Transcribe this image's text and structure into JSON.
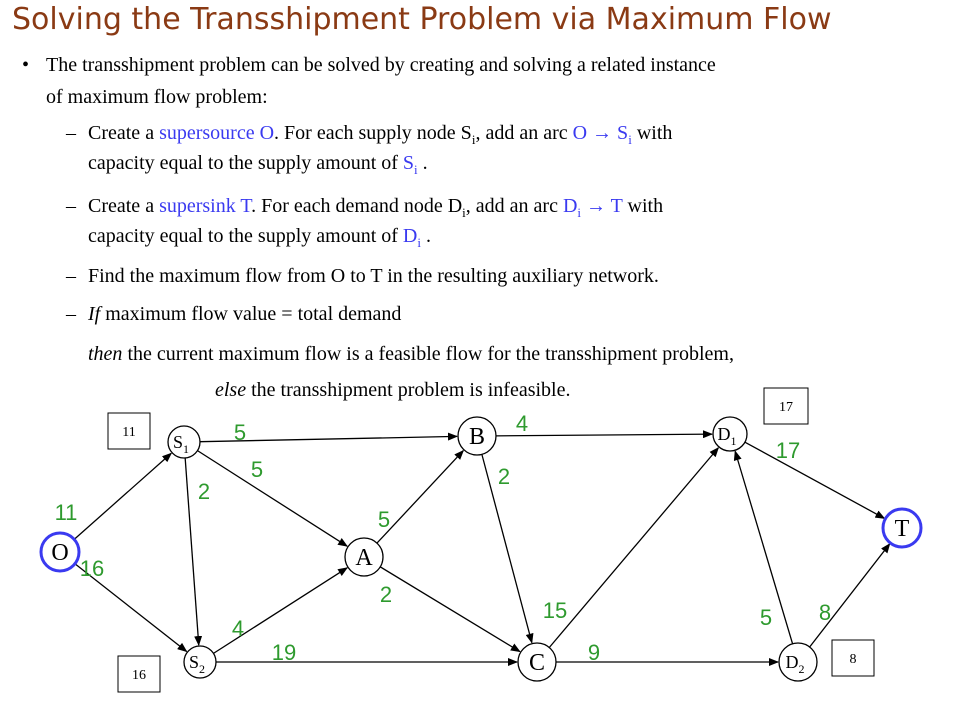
{
  "slide": {
    "title": "Solving the Transshipment Problem via Maximum Flow",
    "bullet_symbol": "•",
    "dash": "–",
    "intro": {
      "line1": "The transshipment problem can be solved by creating and solving a related instance",
      "line2": "of maximum flow problem:"
    },
    "supersource": {
      "t1": "Create a ",
      "t2": "supersource O",
      "t3": ". For each supply node S",
      "t4": "i",
      "t5": ", add an arc ",
      "t6": "O  →  S",
      "t7": "i",
      "t8": " with",
      "l2a": "capacity equal to the supply amount of ",
      "l2b": "S",
      "l2c": "i",
      "l2d": " ."
    },
    "supersink": {
      "t1": "Create a ",
      "t2": "supersink T",
      "t3": ". For each demand node D",
      "t4": "i",
      "t5": ", add an arc ",
      "t6": "D",
      "t7": "i",
      "t8": "  →  T",
      "t9": " with",
      "l2a": "capacity equal to the supply amount of ",
      "l2b": "D",
      "l2c": "i",
      "l2d": " ."
    },
    "find_line": "Find the maximum flow from O to T in the resulting auxiliary network.",
    "if_line": {
      "kw": "If",
      "rest": "  maximum flow value = total demand"
    },
    "then_line": {
      "kw": "then",
      "rest": " the current maximum flow is a feasible flow for the transshipment problem,"
    },
    "else_line": {
      "kw": "else",
      "rest": " the transshipment problem is infeasible."
    }
  },
  "network": {
    "nodes": [
      {
        "id": "O",
        "label": "O",
        "sub": ""
      },
      {
        "id": "S1",
        "label": "S",
        "sub": "1"
      },
      {
        "id": "S2",
        "label": "S",
        "sub": "2"
      },
      {
        "id": "A",
        "label": "A",
        "sub": ""
      },
      {
        "id": "B",
        "label": "B",
        "sub": ""
      },
      {
        "id": "C",
        "label": "C",
        "sub": ""
      },
      {
        "id": "D1",
        "label": "D",
        "sub": "1"
      },
      {
        "id": "D2",
        "label": "D",
        "sub": "2"
      },
      {
        "id": "T",
        "label": "T",
        "sub": ""
      }
    ],
    "edges": [
      {
        "from": "O",
        "to": "S1",
        "capacity": "11"
      },
      {
        "from": "O",
        "to": "S2",
        "capacity": "16"
      },
      {
        "from": "S1",
        "to": "B",
        "capacity": "5"
      },
      {
        "from": "S1",
        "to": "A",
        "capacity": "5"
      },
      {
        "from": "S1",
        "to": "S2",
        "capacity": "2"
      },
      {
        "from": "S2",
        "to": "A",
        "capacity": "4"
      },
      {
        "from": "S2",
        "to": "C",
        "capacity": "19"
      },
      {
        "from": "A",
        "to": "B",
        "capacity": "5"
      },
      {
        "from": "A",
        "to": "C",
        "capacity": "2"
      },
      {
        "from": "B",
        "to": "D1",
        "capacity": "4"
      },
      {
        "from": "B",
        "to": "C",
        "capacity": "2"
      },
      {
        "from": "C",
        "to": "D1",
        "capacity": "15"
      },
      {
        "from": "C",
        "to": "D2",
        "capacity": "9"
      },
      {
        "from": "D2",
        "to": "D1",
        "capacity": "5"
      },
      {
        "from": "D1",
        "to": "T",
        "capacity": "17"
      },
      {
        "from": "D2",
        "to": "T",
        "capacity": "8"
      }
    ],
    "amount_boxes": [
      {
        "node": "S1",
        "value": "11"
      },
      {
        "node": "S2",
        "value": "16"
      },
      {
        "node": "D1",
        "value": "17"
      },
      {
        "node": "D2",
        "value": "8"
      }
    ],
    "colors": {
      "capacity_label": "#2e9a2e",
      "highlight_ring": "#3a3af0",
      "accent_text": "#3a3af0",
      "title": "#8a3a14"
    }
  }
}
